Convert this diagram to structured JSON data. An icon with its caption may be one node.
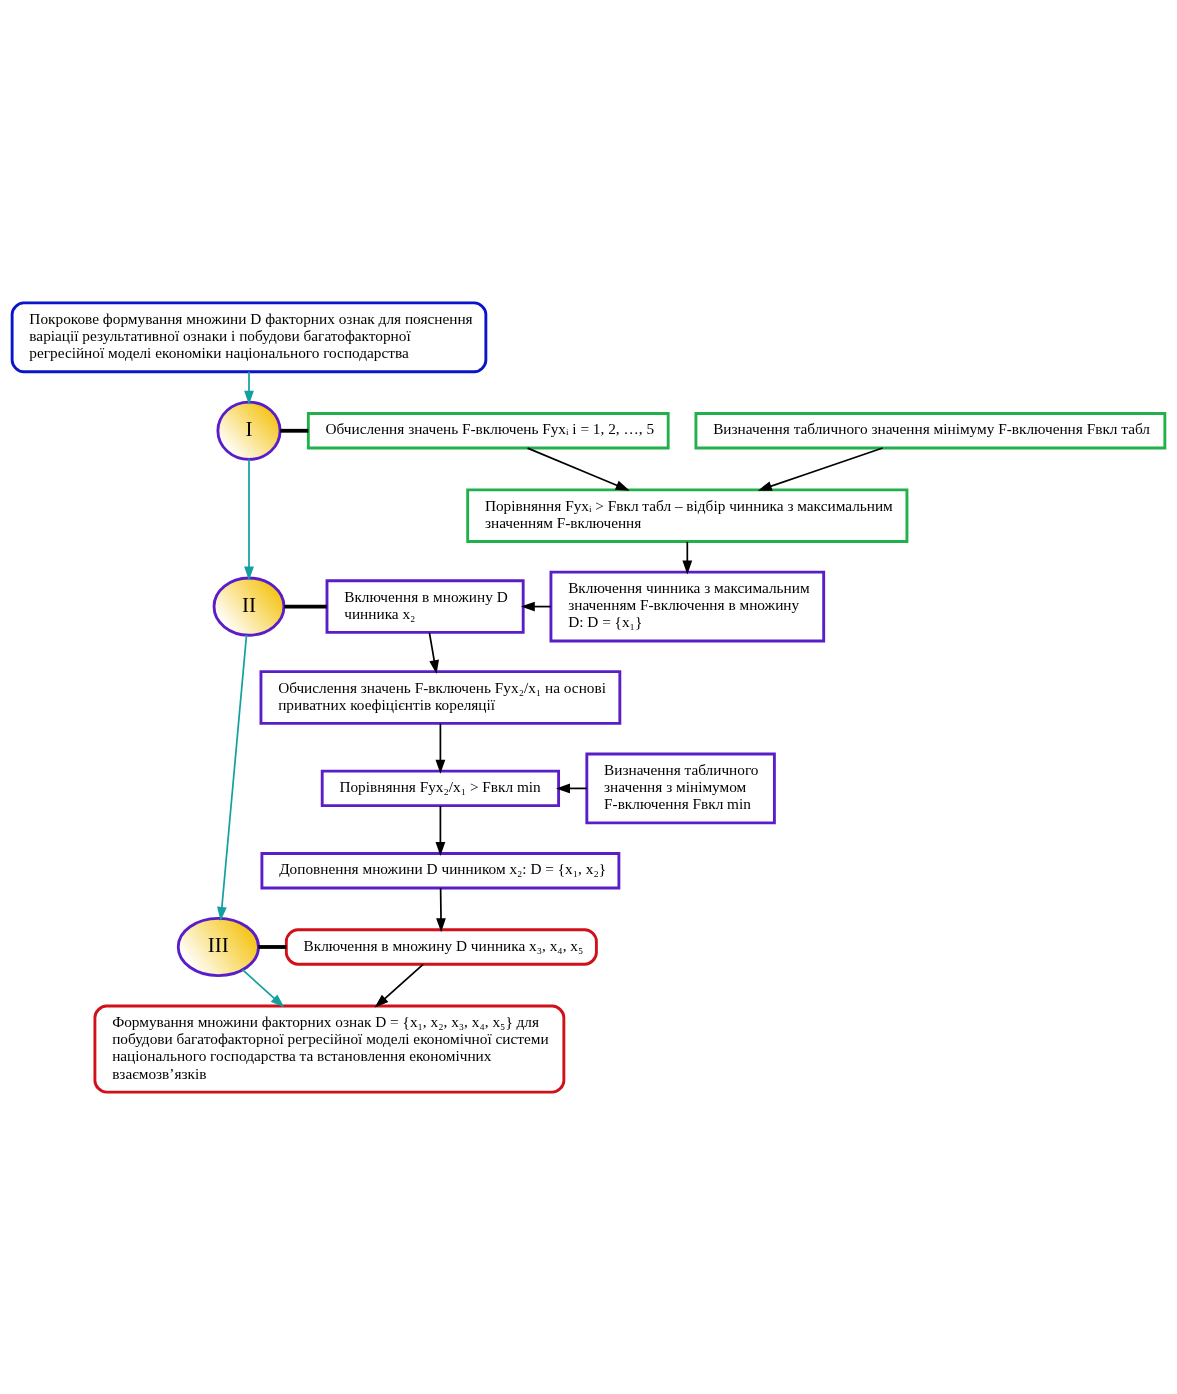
{
  "diagram": {
    "nodes": [
      {
        "text": [
          "Покрокове формування множини D факторних ознак для пояснення варіації результативної ознаки і побудови багатофакторної регресійної моделі економіки національного господарства"
        ]
      },
      {
        "text": [
          "I"
        ]
      },
      {
        "text": [
          "Обчислення значень F-включень Fyxᵢ i = 1, 2, …, 5"
        ]
      },
      {
        "text": [
          "Визначення табличного значення мінімуму F-включення Fвкл табл"
        ]
      },
      {
        "text": [
          "Порівняння Fyxᵢ > Fвкл табл – відбір чинника з максимальним значенням F-включення"
        ]
      },
      {
        "text": [
          "II"
        ]
      },
      {
        "text": [
          "Включення в множину D чинника x₂"
        ]
      },
      {
        "text": [
          "Включення чинника з максимальним значенням F-включення в множину D: D = {x₁}"
        ]
      },
      {
        "text": [
          "Обчислення значень F-включень Fyx₂/x₁ на основі приватних коефіцієнтів кореляції"
        ]
      },
      {
        "text": [
          "Порівняння Fyx₂/x₁ > Fвкл min"
        ]
      },
      {
        "text": [
          "Визначення табличного значення з мінімумом F-включення Fвкл min"
        ]
      },
      {
        "text": [
          "Доповнення множини D чинником x₂: D = {x₁, x₂}"
        ]
      },
      {
        "text": [
          "III"
        ]
      },
      {
        "text": [
          "Включення в множину D чинника x₃, x₄, x₅"
        ]
      },
      {
        "text": [
          "Формування множини факторних ознак D = {x₁, x₂, x₃, x₄, x₅} для побудови багатофакторної регресійної моделі економічної системи національного господарства та встановлення економічних взаємозв’язків"
        ]
      }
    ],
    "edges": [
      {
        "from": 0,
        "to": 1,
        "arrow": "to",
        "color": "#13a0a0"
      },
      {
        "from": 1,
        "to": 2,
        "arrow": "none",
        "style": "thick"
      },
      {
        "from": 2,
        "to": 4,
        "arrow": "to"
      },
      {
        "from": 3,
        "to": 4,
        "arrow": "to"
      },
      {
        "from": 1,
        "to": 5,
        "arrow": "to",
        "color": "#13a0a0"
      },
      {
        "from": 4,
        "to": 7,
        "arrow": "to"
      },
      {
        "from": 5,
        "to": 6,
        "arrow": "none",
        "style": "thick"
      },
      {
        "from": 7,
        "to": 6,
        "arrow": "to"
      },
      {
        "from": 6,
        "to": 8,
        "arrow": "to"
      },
      {
        "from": 8,
        "to": 9,
        "arrow": "to"
      },
      {
        "from": 10,
        "to": 9,
        "arrow": "to"
      },
      {
        "from": 9,
        "to": 11,
        "arrow": "to"
      },
      {
        "from": 11,
        "to": 13,
        "arrow": "to"
      },
      {
        "from": 5,
        "to": 12,
        "arrow": "to",
        "color": "#13a0a0"
      },
      {
        "from": 12,
        "to": 13,
        "arrow": "none",
        "style": "thick"
      },
      {
        "from": 13,
        "to": 14,
        "arrow": "to"
      },
      {
        "from": 12,
        "to": 14,
        "arrow": "to",
        "color": "#13a0a0"
      }
    ]
  }
}
